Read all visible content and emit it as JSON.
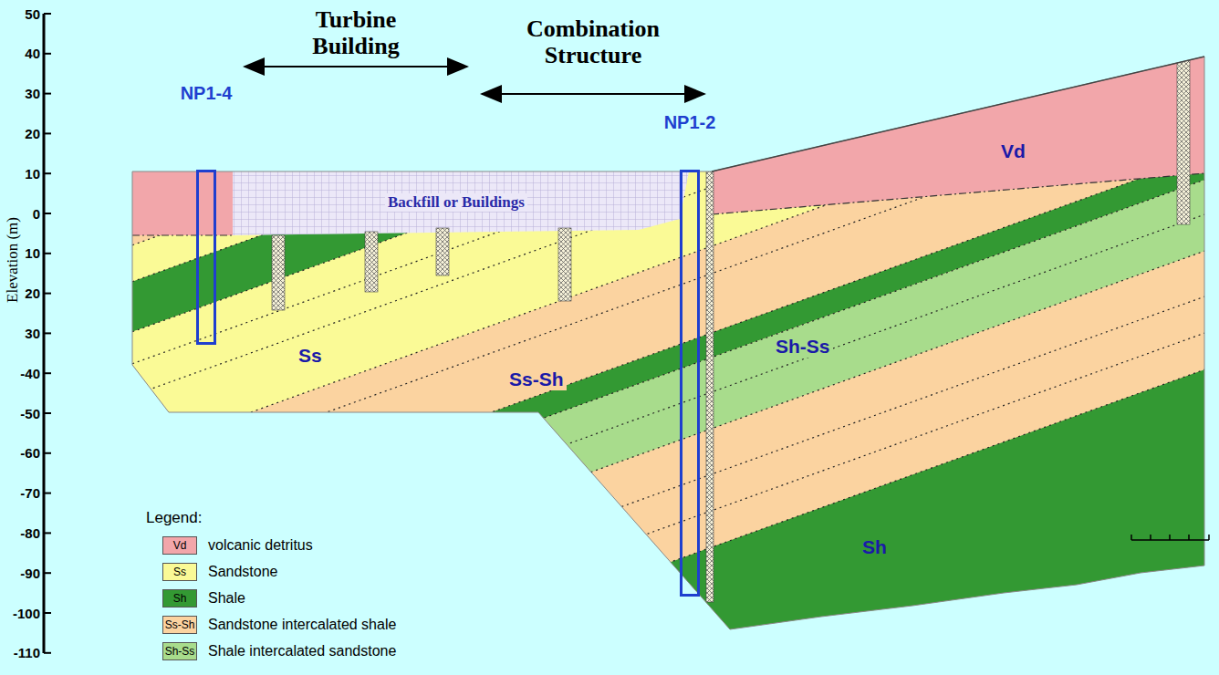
{
  "diagram": {
    "nodes": [
      {
        "text": [
          "NP1-4"
        ]
      },
      {
        "text": [
          "Backfill or Buildings"
        ]
      },
      {
        "text": [
          "NP1-2"
        ]
      },
      {
        "text": [
          "Vd"
        ]
      },
      {
        "text": [
          "Sh-Ss"
        ]
      },
      {
        "text": [
          "Ss"
        ]
      },
      {
        "text": [
          "Ss-Sh"
        ]
      },
      {
        "text": [
          "Sh"
        ]
      }
    ],
    "labels": [
      "Turbine Building",
      "Combination Structure",
      "Elevation (m)",
      "50",
      "40",
      "30",
      "20",
      "10",
      "0",
      "10",
      "20",
      "30",
      "-40",
      "-50",
      "-60",
      "-70",
      "-80",
      "-90",
      "-100",
      "-110",
      "Legend:",
      "Vd",
      "Ss",
      "Sh",
      "Ss-Sh",
      "Sh-Ss"
    ],
    "legend": [
      {
        "text": "volcanic detritus",
        "color": "#f2a6aa"
      },
      {
        "text": "Sandstone",
        "color": "#fafa96"
      },
      {
        "text": "Shale",
        "color": "#339933"
      },
      {
        "text": "Sandstone intercalated shale",
        "color": "#fbd3a0"
      },
      {
        "text": "Shale intercalated sandstone",
        "color": "#a8dc8c"
      }
    ]
  }
}
